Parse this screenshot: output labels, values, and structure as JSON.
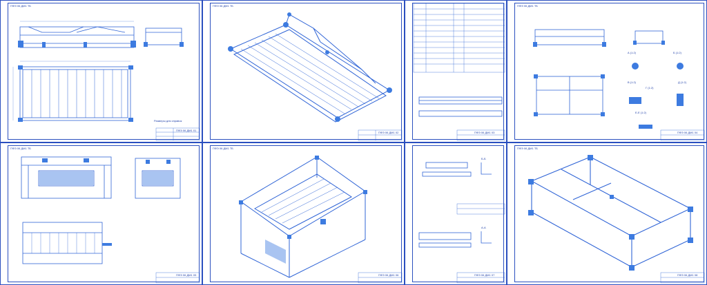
{
  "sheets": [
    {
      "id": 1,
      "stamp": "ПФЭ 06 ДМ1 ТБ",
      "title_block": "ПФЭ 06 ДМ1 01",
      "note": "Размеры для справок"
    },
    {
      "id": 2,
      "stamp": "ПФЭ 06 ДМ1 ТБ",
      "title_block": "ПФЭ 06 ДМ1 02"
    },
    {
      "id": 3,
      "stamp": "",
      "title_block": "ПФЭ 06 ДМ1 03"
    },
    {
      "id": 4,
      "stamp": "ПФЭ 06 ДМ1 ТБ",
      "title_block": "ПФЭ 06 ДМ1 04",
      "views": [
        "А (1:2)",
        "Б (1:2)",
        "В (1:2)",
        "Г (1:2)",
        "Д (1:2)",
        "Е-Е (1:2)"
      ]
    },
    {
      "id": 5,
      "stamp": "ПФЭ 06 ДМ1 ТБ",
      "title_block": "ПФЭ 06 ДМ1 05"
    },
    {
      "id": 6,
      "stamp": "ПФЭ 06 ДМ1 ТБ",
      "title_block": "ПФЭ 06 ДМ1 06"
    },
    {
      "id": 7,
      "stamp": "",
      "title_block": "ПФЭ 06 ДМ1 07",
      "sections": [
        "Б-Б",
        "А-А"
      ]
    },
    {
      "id": 8,
      "stamp": "ПФЭ 06 ДМ1 ТБ",
      "title_block": "ПФЭ 06 ДМ1 08"
    }
  ]
}
